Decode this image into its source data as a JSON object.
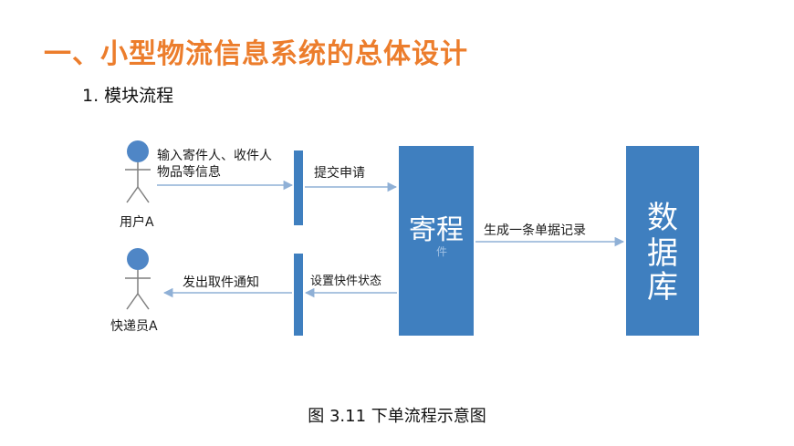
{
  "heading": "一、小型物流信息系统的总体设计",
  "subheading": "1. 模块流程",
  "diagram": {
    "actors": {
      "user": "用户A",
      "courier": "快递员A"
    },
    "messages": {
      "input_line1": "输入寄件人、收件人",
      "input_line2": "物品等信息",
      "submit": "提交申请",
      "set_status": "设置快件状态",
      "notify": "发出取件通知",
      "generate_record": "生成一条单据记录"
    },
    "boxes": {
      "process": "寄程",
      "process_sub": "件",
      "database_line1": "数",
      "database_line2": "据",
      "database_line3": "库"
    }
  },
  "caption": "图 3.11 下单流程示意图",
  "colors": {
    "heading": "#ec7d2c",
    "box_fill": "#3f7fbf",
    "actor_fill": "#4f86c6",
    "arrow": "#8fb0d6",
    "box_text": "#ffffff"
  }
}
